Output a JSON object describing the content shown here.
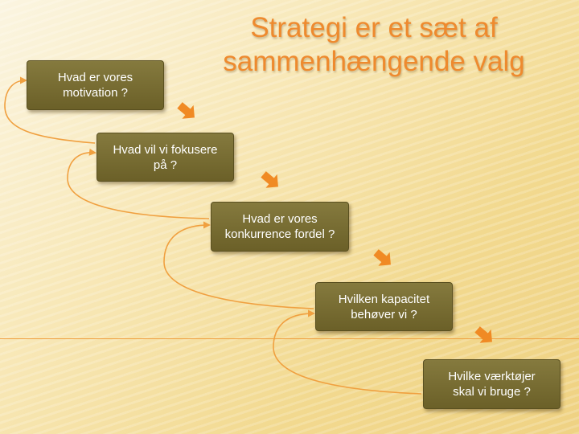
{
  "title": {
    "line1": "Strategi er et sæt af",
    "line2": "sammenhængende valg"
  },
  "steps": [
    {
      "label": "Hvad er vores\nmotivation ?"
    },
    {
      "label": "Hvad vil vi fokusere\npå ?"
    },
    {
      "label": "Hvad er vores\nkonkurrence fordel ?"
    },
    {
      "label": "Hvilken kapacitet\nbehøver vi ?"
    },
    {
      "label": "Hvilke værktøjer\nskal vi bruge ?"
    }
  ],
  "colors": {
    "accent": "#ee8a2e",
    "box": "#6b6028",
    "connector": "#f0a040",
    "arrow": "#f08a24"
  },
  "icons": [
    "curved-connector-arrow",
    "down-right-arrow-icon"
  ]
}
